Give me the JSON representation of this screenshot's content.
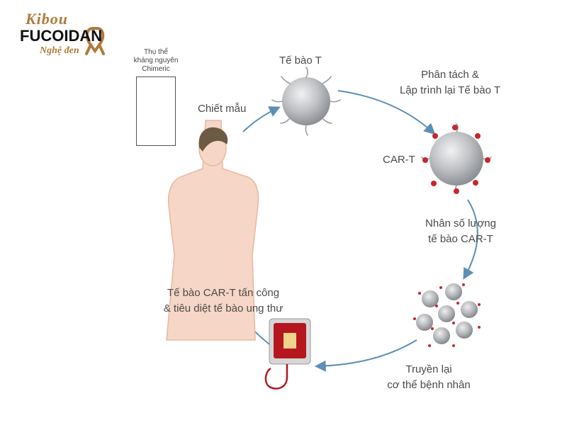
{
  "logo": {
    "top": "Kibou",
    "main": "FUCOIDAN",
    "bottom": "Nghệ đen"
  },
  "receptor_box": {
    "label_line1": "Thụ thể",
    "label_line2": "kháng nguyên",
    "label_line3": "Chimeric"
  },
  "steps": {
    "t_cell": "Tế bào T",
    "sampling": "Chiết mẫu",
    "reprogram_line1": "Phân tách &",
    "reprogram_line2": "Lập trình lại Tế bào T",
    "car_t": "CAR-T",
    "expand_line1": "Nhân số lượng",
    "expand_line2": "tế bào CAR-T",
    "infuse_line1": "Truyền lại",
    "infuse_line2": "cơ thể bệnh nhân",
    "attack_line1": "Tế bào CAR-T tấn công",
    "attack_line2": "& tiêu diệt tế bào ung thư"
  },
  "colors": {
    "arrow": "#5b8fb5",
    "cell": "#b8babd",
    "receptor": "#c8262c",
    "skin": "#f6d6c6",
    "hair": "#6d5a45",
    "logo_gold": "#b07a3a"
  }
}
